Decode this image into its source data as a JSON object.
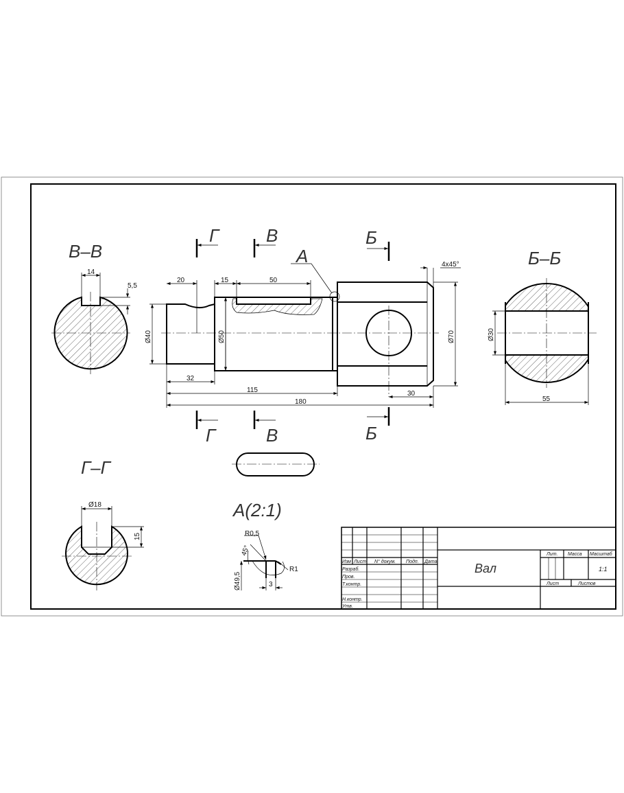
{
  "views": {
    "section_vv": "В–В",
    "section_bb": "Б–Б",
    "section_gg": "Г–Г",
    "detail_a": "A(2:1)",
    "callout_a": "A",
    "marker_g": "Г",
    "marker_v": "В",
    "marker_b": "Б"
  },
  "dimensions": {
    "d20": "20",
    "d15": "15",
    "d50": "50",
    "chamfer": "4x45°",
    "dia40": "Ø40",
    "dia50": "Ø50",
    "dia70": "Ø70",
    "d32": "32",
    "d115": "115",
    "d180": "180",
    "d30": "30",
    "vv_14": "14",
    "vv_5_5": "5,5",
    "bb_dia30": "Ø30",
    "bb_55": "55",
    "gg_dia18": "Ø18",
    "gg_15": "15",
    "a_r05": "R0,5",
    "a_45": "45°",
    "a_r1": "R1",
    "a_dia495": "Ø49,5",
    "a_3": "3"
  },
  "title_block": {
    "name": "Вал",
    "izm": "Изм",
    "list": "Лист",
    "ndoc": "N° докум.",
    "podp": "Подп.",
    "data": "Дата",
    "razrab": "Разраб.",
    "prov": "Пров.",
    "tkontr": "Т.контр.",
    "nkontr": "Н.контр.",
    "utv": "Утв.",
    "lit": "Лит.",
    "massa": "Масса",
    "masshtab": "Масштаб",
    "scale": "1:1",
    "sheet": "Лист",
    "sheets": "Листов"
  }
}
